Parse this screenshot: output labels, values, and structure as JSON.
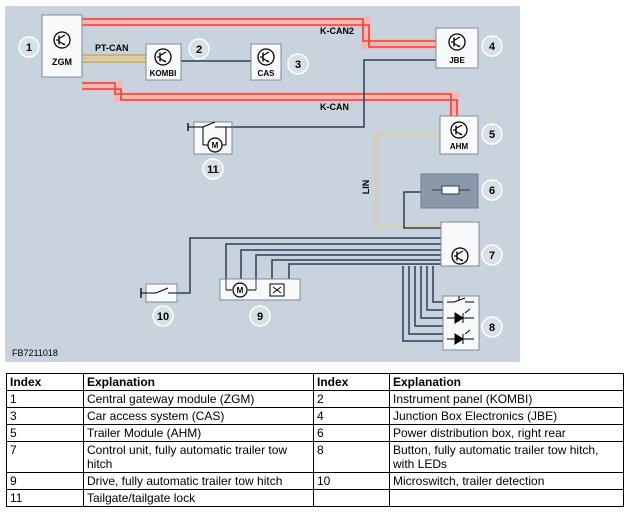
{
  "diagram": {
    "figure_code": "FB7211018",
    "modules": {
      "zgm": "ZGM",
      "kombi": "KOMBI",
      "cas": "CAS",
      "jbe": "JBE",
      "ahm": "AHM"
    },
    "buses": {
      "pt_can": "PT-CAN",
      "k_can2": "K-CAN2",
      "k_can": "K-CAN",
      "lin": "LIN"
    },
    "indices": [
      "1",
      "2",
      "3",
      "4",
      "5",
      "6",
      "7",
      "8",
      "9",
      "10",
      "11"
    ],
    "colors": {
      "panel": "#c8d3de",
      "module_box": "#f7f9fb",
      "can_red": "#e8423c",
      "can_pink": "#f3b7b3",
      "pt_can_orange": "#e59d40",
      "lin_yellow": "#f2c641",
      "wire": "#2a3c58",
      "dark_box": "#8b98a9"
    },
    "icons": [
      "transistor-icon",
      "motor-icon",
      "fuse-icon",
      "diode-icon",
      "switch-icon"
    ]
  },
  "legend": {
    "headers": [
      "Index",
      "Explanation",
      "Index",
      "Explanation"
    ],
    "rows": [
      [
        "1",
        "Central gateway module (ZGM)",
        "2",
        "Instrument panel (KOMBI)"
      ],
      [
        "3",
        "Car access system (CAS)",
        "4",
        "Junction Box Electronics (JBE)"
      ],
      [
        "5",
        "Trailer Module (AHM)",
        "6",
        "Power distribution box, right rear"
      ],
      [
        "7",
        "Control unit, fully automatic trailer tow hitch",
        "8",
        "Button, fully automatic trailer tow hitch, with LEDs"
      ],
      [
        "9",
        "Drive, fully automatic trailer tow hitch",
        "10",
        "Microswitch, trailer detection"
      ],
      [
        "11",
        "Tailgate/tailgate lock",
        "",
        ""
      ]
    ]
  }
}
